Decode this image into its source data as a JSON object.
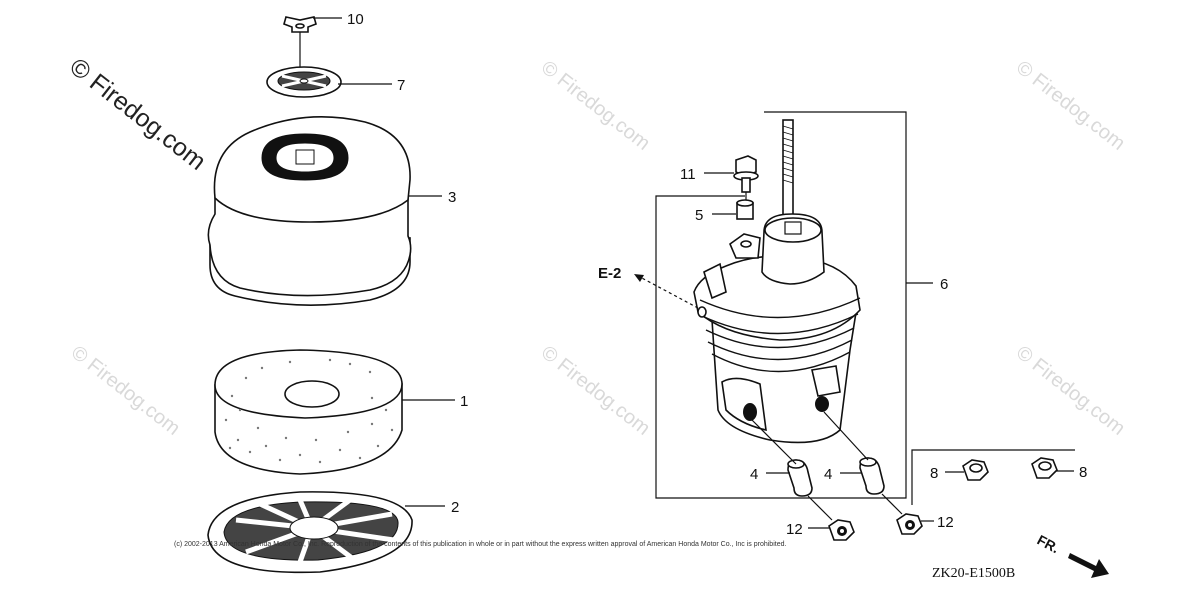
{
  "watermarks": {
    "main": "© Firedog.com",
    "repeat": "© Firedog.com"
  },
  "callouts": {
    "c10": "10",
    "c7": "7",
    "c3": "3",
    "c1": "1",
    "c2": "2",
    "c11": "11",
    "c5": "5",
    "c6": "6",
    "c4a": "4",
    "c4b": "4",
    "c8a": "8",
    "c8b": "8",
    "c12a": "12",
    "c12b": "12"
  },
  "reference": "E-2",
  "copyright": "(c) 2002-2013 American Honda Motor Co., Inc. Reproduction of the contents of this publication in whole or in part without the express written approval of American Honda Motor Co., Inc is prohibited.",
  "diagram_code": "ZK20-E1500B",
  "front_label": "FR."
}
